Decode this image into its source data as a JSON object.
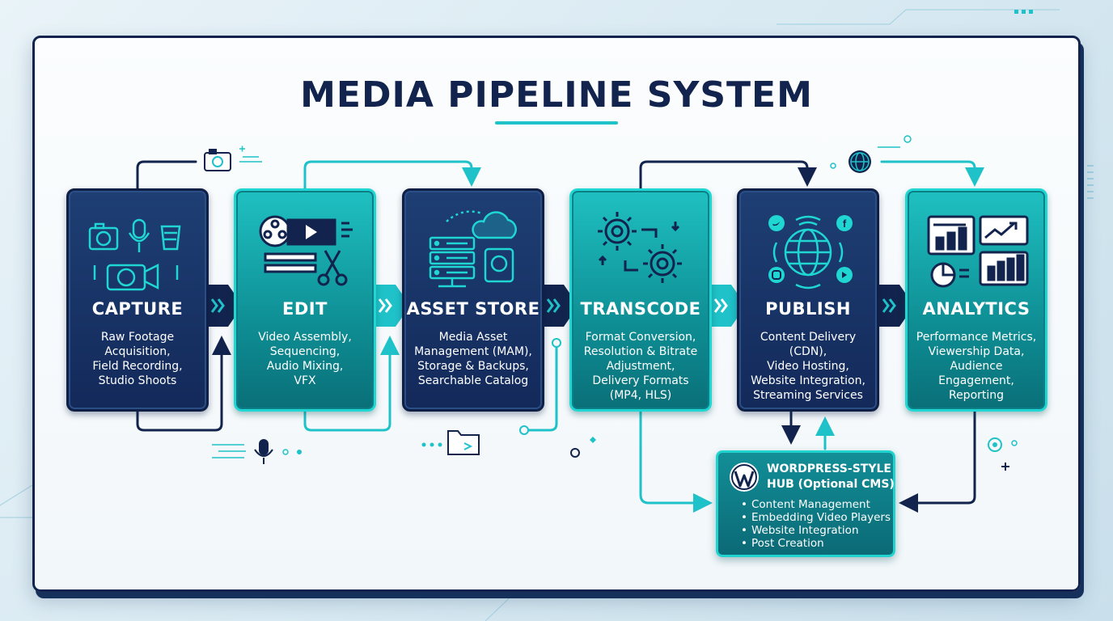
{
  "title": "MEDIA PIPELINE SYSTEM",
  "colors": {
    "navy": "#12244d",
    "teal": "#1fc2c8",
    "dark_card": "#1b3a6c",
    "teal_card": "#12a6ab"
  },
  "stages": [
    {
      "title": "CAPTURE",
      "icon": "camera-microphone-lens-icon",
      "lines": [
        "Raw Footage",
        "Acquisition,",
        "Field Recording,",
        "Studio Shoots"
      ]
    },
    {
      "title": "EDIT",
      "icon": "film-reel-scissors-icon",
      "lines": [
        "Video Assembly,",
        "Sequencing,",
        "Audio Mixing,",
        "VFX"
      ]
    },
    {
      "title": "ASSET STORE",
      "icon": "cloud-server-storage-icon",
      "lines": [
        "Media Asset",
        "Management (MAM),",
        "Storage & Backups,",
        "Searchable Catalog"
      ]
    },
    {
      "title": "TRANSCODE",
      "icon": "gears-conversion-icon",
      "lines": [
        "Format Conversion,",
        "Resolution & Bitrate",
        "Adjustment,",
        "Delivery Formats",
        "(MP4, HLS)"
      ]
    },
    {
      "title": "PUBLISH",
      "icon": "globe-social-broadcast-icon",
      "lines": [
        "Content Delivery (CDN),",
        "Video Hosting,",
        "Website Integration,",
        "Streaming Services"
      ]
    },
    {
      "title": "ANALYTICS",
      "icon": "charts-dashboard-icon",
      "lines": [
        "Performance Metrics,",
        "Viewership Data,",
        "Audience Engagement,",
        "Reporting"
      ]
    }
  ],
  "hub": {
    "title_lines": [
      "WORDPRESS-STYLE",
      "HUB (Optional CMS)"
    ],
    "items": [
      "Content Management",
      "Embedding Video Players",
      "Website Integration",
      "Post Creation"
    ]
  }
}
